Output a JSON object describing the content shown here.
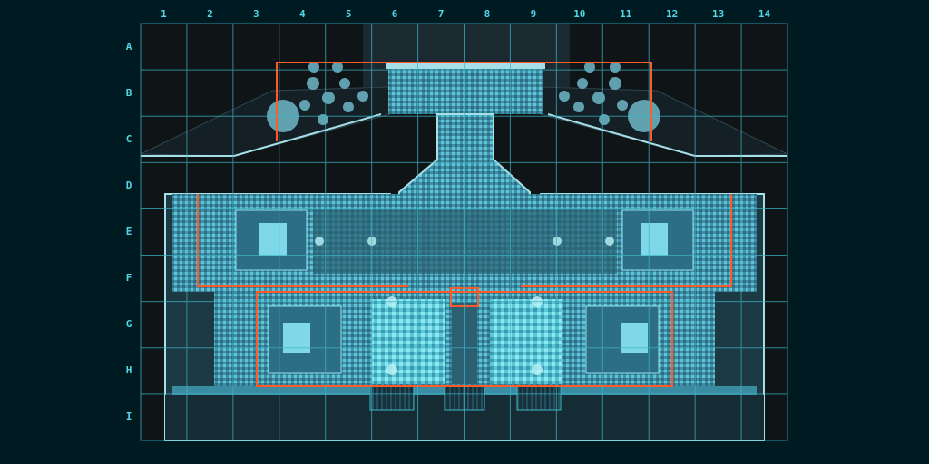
{
  "grid": {
    "columns": [
      "1",
      "2",
      "3",
      "4",
      "5",
      "6",
      "7",
      "8",
      "9",
      "10",
      "11",
      "12",
      "13",
      "14"
    ],
    "rows": [
      "A",
      "B",
      "C",
      "D",
      "E",
      "F",
      "G",
      "H",
      "I"
    ]
  },
  "colors": {
    "background": "#001a22",
    "grid_line": "#3fb6c6",
    "label": "#4fd8e8",
    "outline_highlight": "#ff5a28",
    "hull_light": "#8fe0ee",
    "hull_mid": "#4fa8c0",
    "hull_dark": "#1e4a5a"
  },
  "icons": [
    "grid-overlay",
    "ship-deck-map",
    "zone-outline"
  ]
}
